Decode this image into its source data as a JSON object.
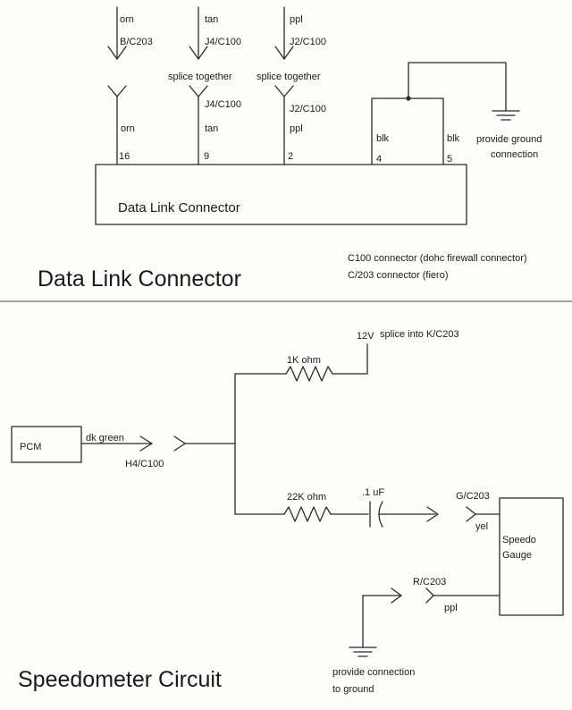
{
  "dlc": {
    "heading": "Data Link Connector",
    "box_label": "Data Link Connector",
    "wires": [
      {
        "top_color": "orn",
        "top_conn": "B/C203",
        "splice": "",
        "bottom_conn": "",
        "bottom_color": "orn",
        "pin": "16"
      },
      {
        "top_color": "tan",
        "top_conn": "J4/C100",
        "splice": "splice together",
        "bottom_conn": "J4/C100",
        "bottom_color": "tan",
        "pin": "9"
      },
      {
        "top_color": "ppl",
        "top_conn": "J2/C100",
        "splice": "splice together",
        "bottom_conn": "J2/C100",
        "bottom_color": "ppl",
        "pin": "2"
      }
    ],
    "ground_pins": [
      {
        "color": "blk",
        "pin": "4"
      },
      {
        "color": "blk",
        "pin": "5"
      }
    ],
    "ground_note": [
      "provide ground",
      "connection"
    ],
    "connector_notes": [
      "C100 connector (dohc firewall connector)",
      "C/203 connector (fiero)"
    ]
  },
  "speedo": {
    "heading": "Speedometer Circuit",
    "pcm_label": "PCM",
    "pcm_wire": "dk green",
    "pcm_conn": "H4/C100",
    "supply": "12V",
    "supply_note": "splice into K/C203",
    "r1": "1K ohm",
    "r2": "22K ohm",
    "cap": ".1 uF",
    "gauge_in_conn": "G/C203",
    "gauge_in_color": "yel",
    "gauge_label": [
      "Speedo",
      "Gauge"
    ],
    "gauge_gnd_conn": "R/C203",
    "gauge_gnd_color": "ppl",
    "ground_note": [
      "provide connection",
      "to ground"
    ]
  }
}
